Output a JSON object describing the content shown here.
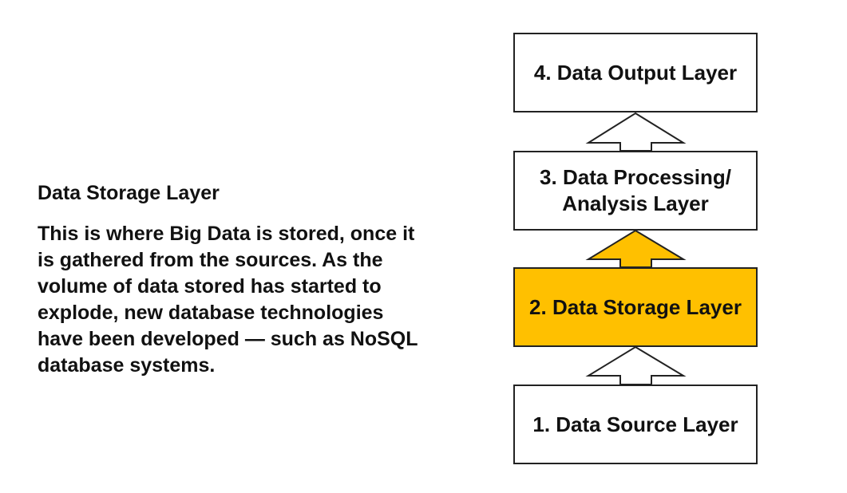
{
  "description": {
    "title": "Data Storage Layer",
    "body": "This is where Big Data is stored, once it\nis gathered from the sources. As the\nvolume of data stored has started to\nexplode, new database technologies\nhave been developed — such as NoSQL\ndatabase systems."
  },
  "layers": [
    {
      "label": "4. Data Output Layer",
      "highlighted": false
    },
    {
      "label": "3. Data Processing/\nAnalysis Layer",
      "highlighted": false
    },
    {
      "label": "2. Data Storage Layer",
      "highlighted": true
    },
    {
      "label": "1. Data Source Layer",
      "highlighted": false
    }
  ],
  "arrows": [
    {
      "direction": "up",
      "from_layer": 2,
      "to_layer": 1,
      "highlighted": false
    },
    {
      "direction": "up",
      "from_layer": 3,
      "to_layer": 2,
      "highlighted": true
    },
    {
      "direction": "up",
      "from_layer": 4,
      "to_layer": 3,
      "highlighted": false
    }
  ],
  "colors": {
    "highlight": "#FFC000",
    "box_border": "#222222",
    "box_fill": "#FFFFFF",
    "text": "#111111"
  }
}
